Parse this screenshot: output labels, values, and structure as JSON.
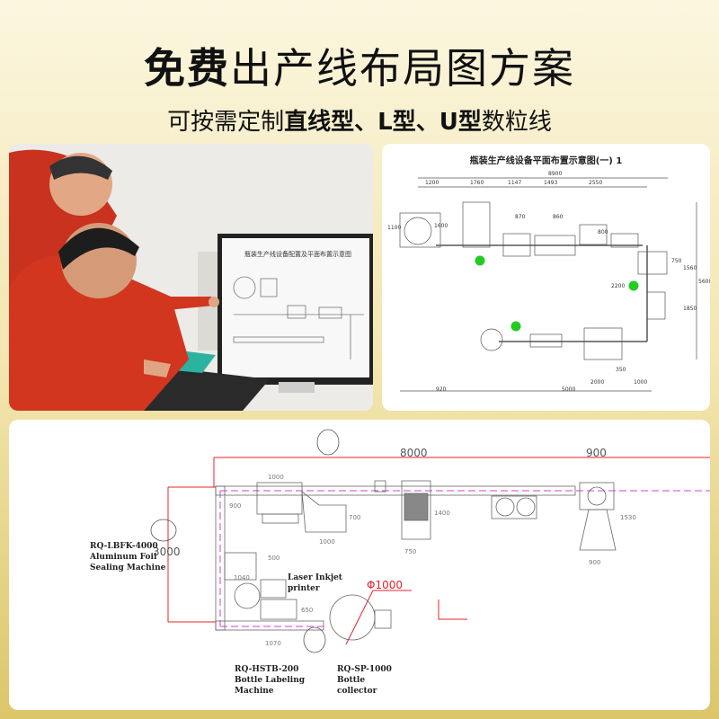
{
  "headline": {
    "bold": "免费",
    "rest": "出产线布局图方案"
  },
  "subline": {
    "pre": "可按需定制",
    "bold": "直线型、L型、U型",
    "post": "数粒线"
  },
  "photo": {
    "monitor_title": "瓶装生产线设备配置及平面布置示意图"
  },
  "plan1": {
    "title": "瓶装生产线设备平面布置示意图(一) 1",
    "dims": [
      "8900",
      "1200",
      "1760",
      "1147",
      "1493",
      "2550",
      "1100",
      "1600",
      "870",
      "860",
      "800",
      "750",
      "1560",
      "5600",
      "1850",
      "2200",
      "2000",
      "350",
      "1000",
      "920",
      "5000"
    ]
  },
  "plan2": {
    "dims": {
      "total_width": "8000",
      "right_width": "900",
      "height": "3000",
      "d1000a": "1000",
      "d900": "900",
      "d700": "700",
      "d1000b": "1000",
      "d1400": "1400",
      "d750": "750",
      "d1530": "1530",
      "d900b": "900",
      "d500": "500",
      "d1040": "1040",
      "d650": "650",
      "d1070": "1070"
    },
    "diameter": "Φ1000",
    "labels": {
      "sealer": [
        "RQ-LBFK-4000",
        "Aluminum Foil",
        "Sealing Machine"
      ],
      "printer": [
        "Laser Inkjet",
        "printer"
      ],
      "labeler": [
        "RQ-HSTB-200",
        "Bottle Labeling",
        "Machine"
      ],
      "collector": [
        "RQ-SP-1000",
        "Bottle",
        "collector"
      ]
    },
    "colors": {
      "dimension": "#e8202a",
      "conveyor": "#d040d0"
    }
  }
}
